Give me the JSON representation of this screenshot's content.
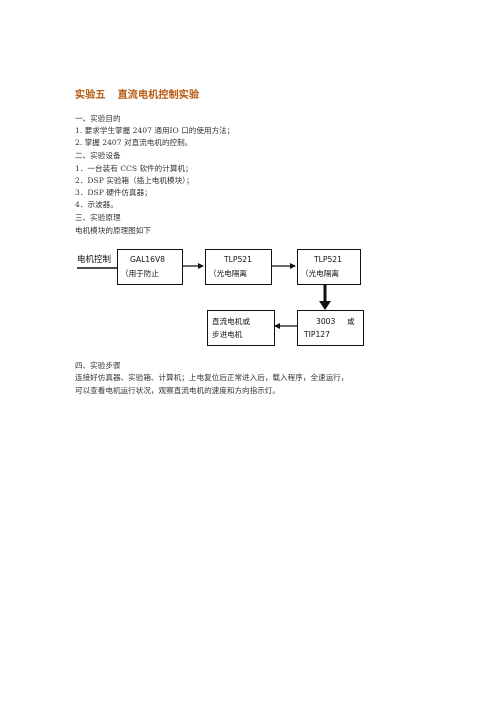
{
  "title": {
    "num": "实验五",
    "name": "直流电机控制实验"
  },
  "sections": {
    "s1": "一、实验目的",
    "s1_items": [
      "1. 要求学生掌握 2407 通用IO 口的使用方法；",
      "2. 掌握 2407 对直流电机的控制。"
    ],
    "s2": "二、实验设备",
    "s2_items": [
      "1．一台装有 CCS 软件的计算机；",
      "2．DSP 实验箱（插上电机模块）；",
      "3．DSP 硬件仿真器；",
      "4．示波器。"
    ],
    "s3": "三、实验原理",
    "s3_intro": "电机模块的原理图如下",
    "s4": "四、实验步骤",
    "s4_text": [
      "连接好仿真器、实验箱、计算机；上电复位后正常进入后，载入程序，全速运行，",
      "可以查看电机运行状况，观察直流电机的速度和方向指示灯。"
    ]
  },
  "diagram": {
    "input_label": "电机控制",
    "box1": {
      "l1": "GAL16V8",
      "l2": "（用于防止"
    },
    "box2": {
      "l1": "TLP521",
      "l2": "（光电隔离"
    },
    "box3": {
      "l1": "TLP521",
      "l2": "（光电隔离"
    },
    "box4": {
      "l1": "3003",
      "l1b": "或",
      "l2": "TIP127"
    },
    "box5": {
      "l1": "直流电机或",
      "l2": "步进电机"
    }
  }
}
